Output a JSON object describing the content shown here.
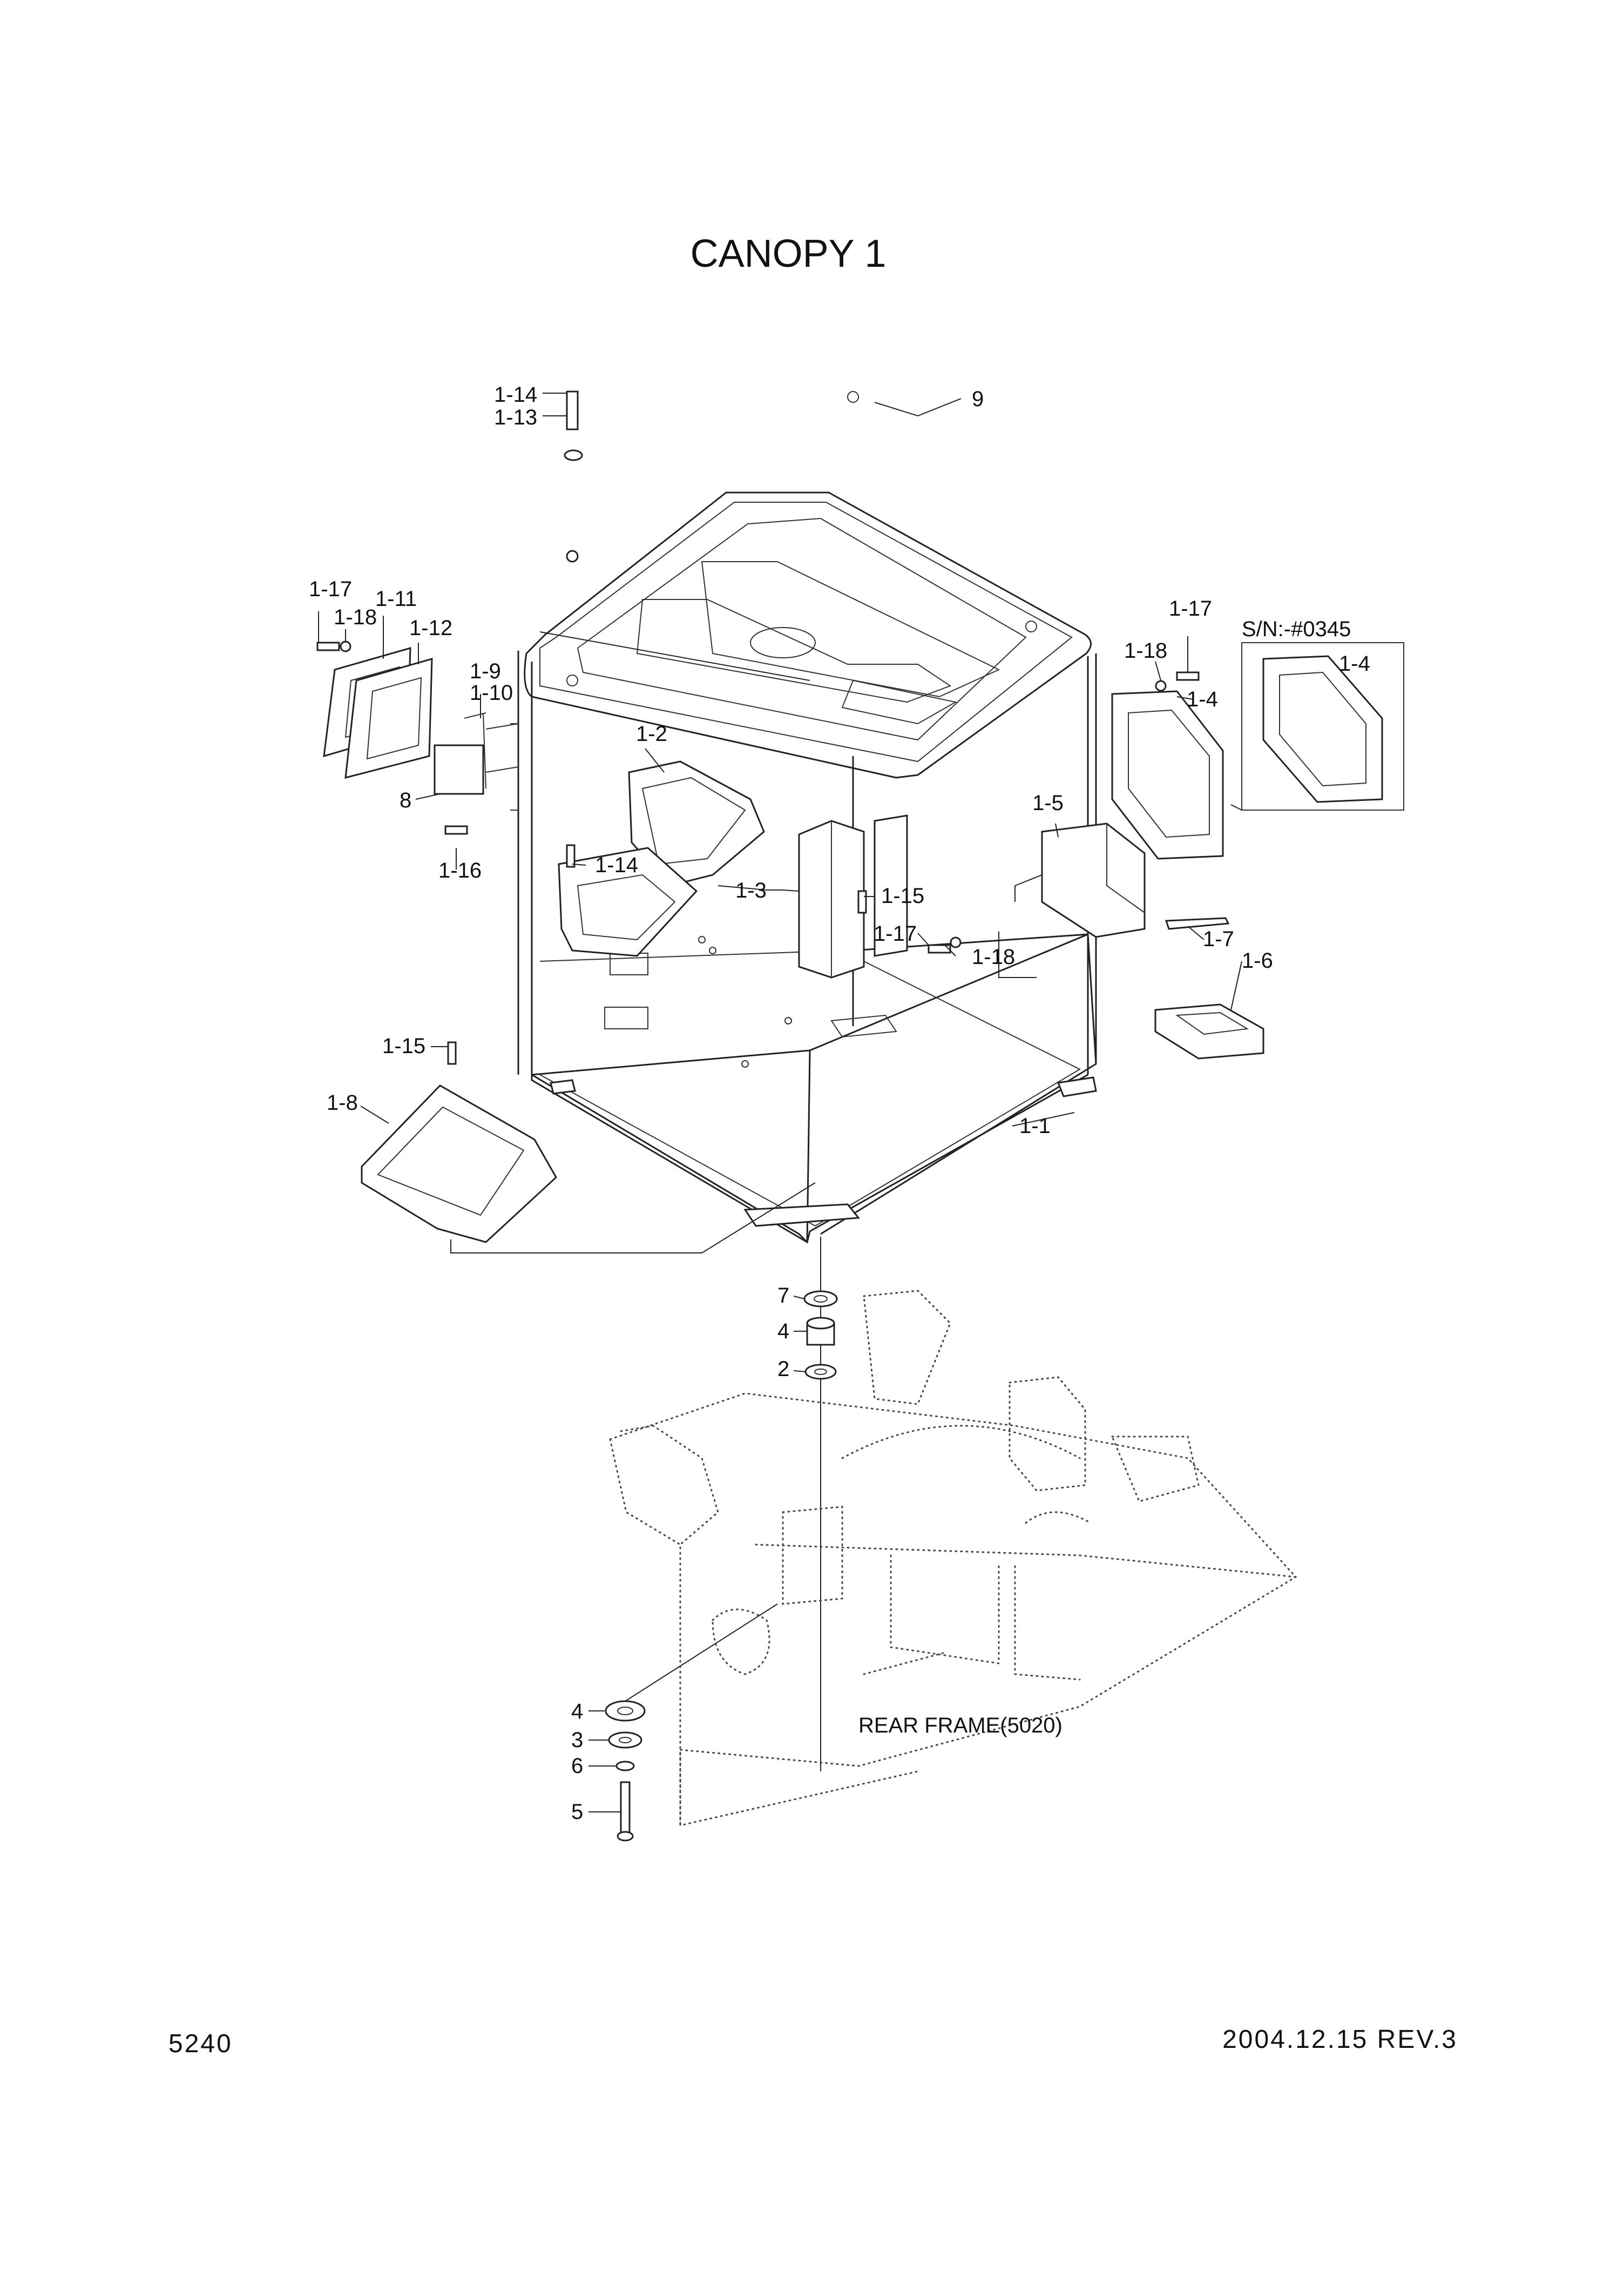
{
  "page": {
    "title": "CANOPY 1",
    "page_number": "5240",
    "date_rev": "2004.12.15   REV.3"
  },
  "callouts": {
    "c9": "9",
    "c1_14_top": "1-14",
    "c1_13": "1-13",
    "c1_17_left": "1-17",
    "c1_18_left": "1-18",
    "c1_11": "1-11",
    "c1_12": "1-12",
    "c1_9": "1-9",
    "c1_10": "1-10",
    "c1_2": "1-2",
    "c8": "8",
    "c1_16": "1-16",
    "c1_14_mid": "1-14",
    "c1_3": "1-3",
    "c1_15_mid": "1-15",
    "c1_17_mid": "1-17",
    "c1_18_mid": "1-18",
    "c1_17_right": "1-17",
    "c1_18_right": "1-18",
    "c1_4": "1-4",
    "c1_4_detail": "1-4",
    "sn_note": "S/N:-#0345",
    "c1_5": "1-5",
    "c1_7": "1-7",
    "c1_6": "1-6",
    "c1_15_left": "1-15",
    "c1_8": "1-8",
    "c1_1": "1-1",
    "c7": "7",
    "c4_top": "4",
    "c2": "2",
    "c4_bottom": "4",
    "c3": "3",
    "c6": "6",
    "c5": "5",
    "rear_frame": "REAR FRAME(5020)"
  }
}
